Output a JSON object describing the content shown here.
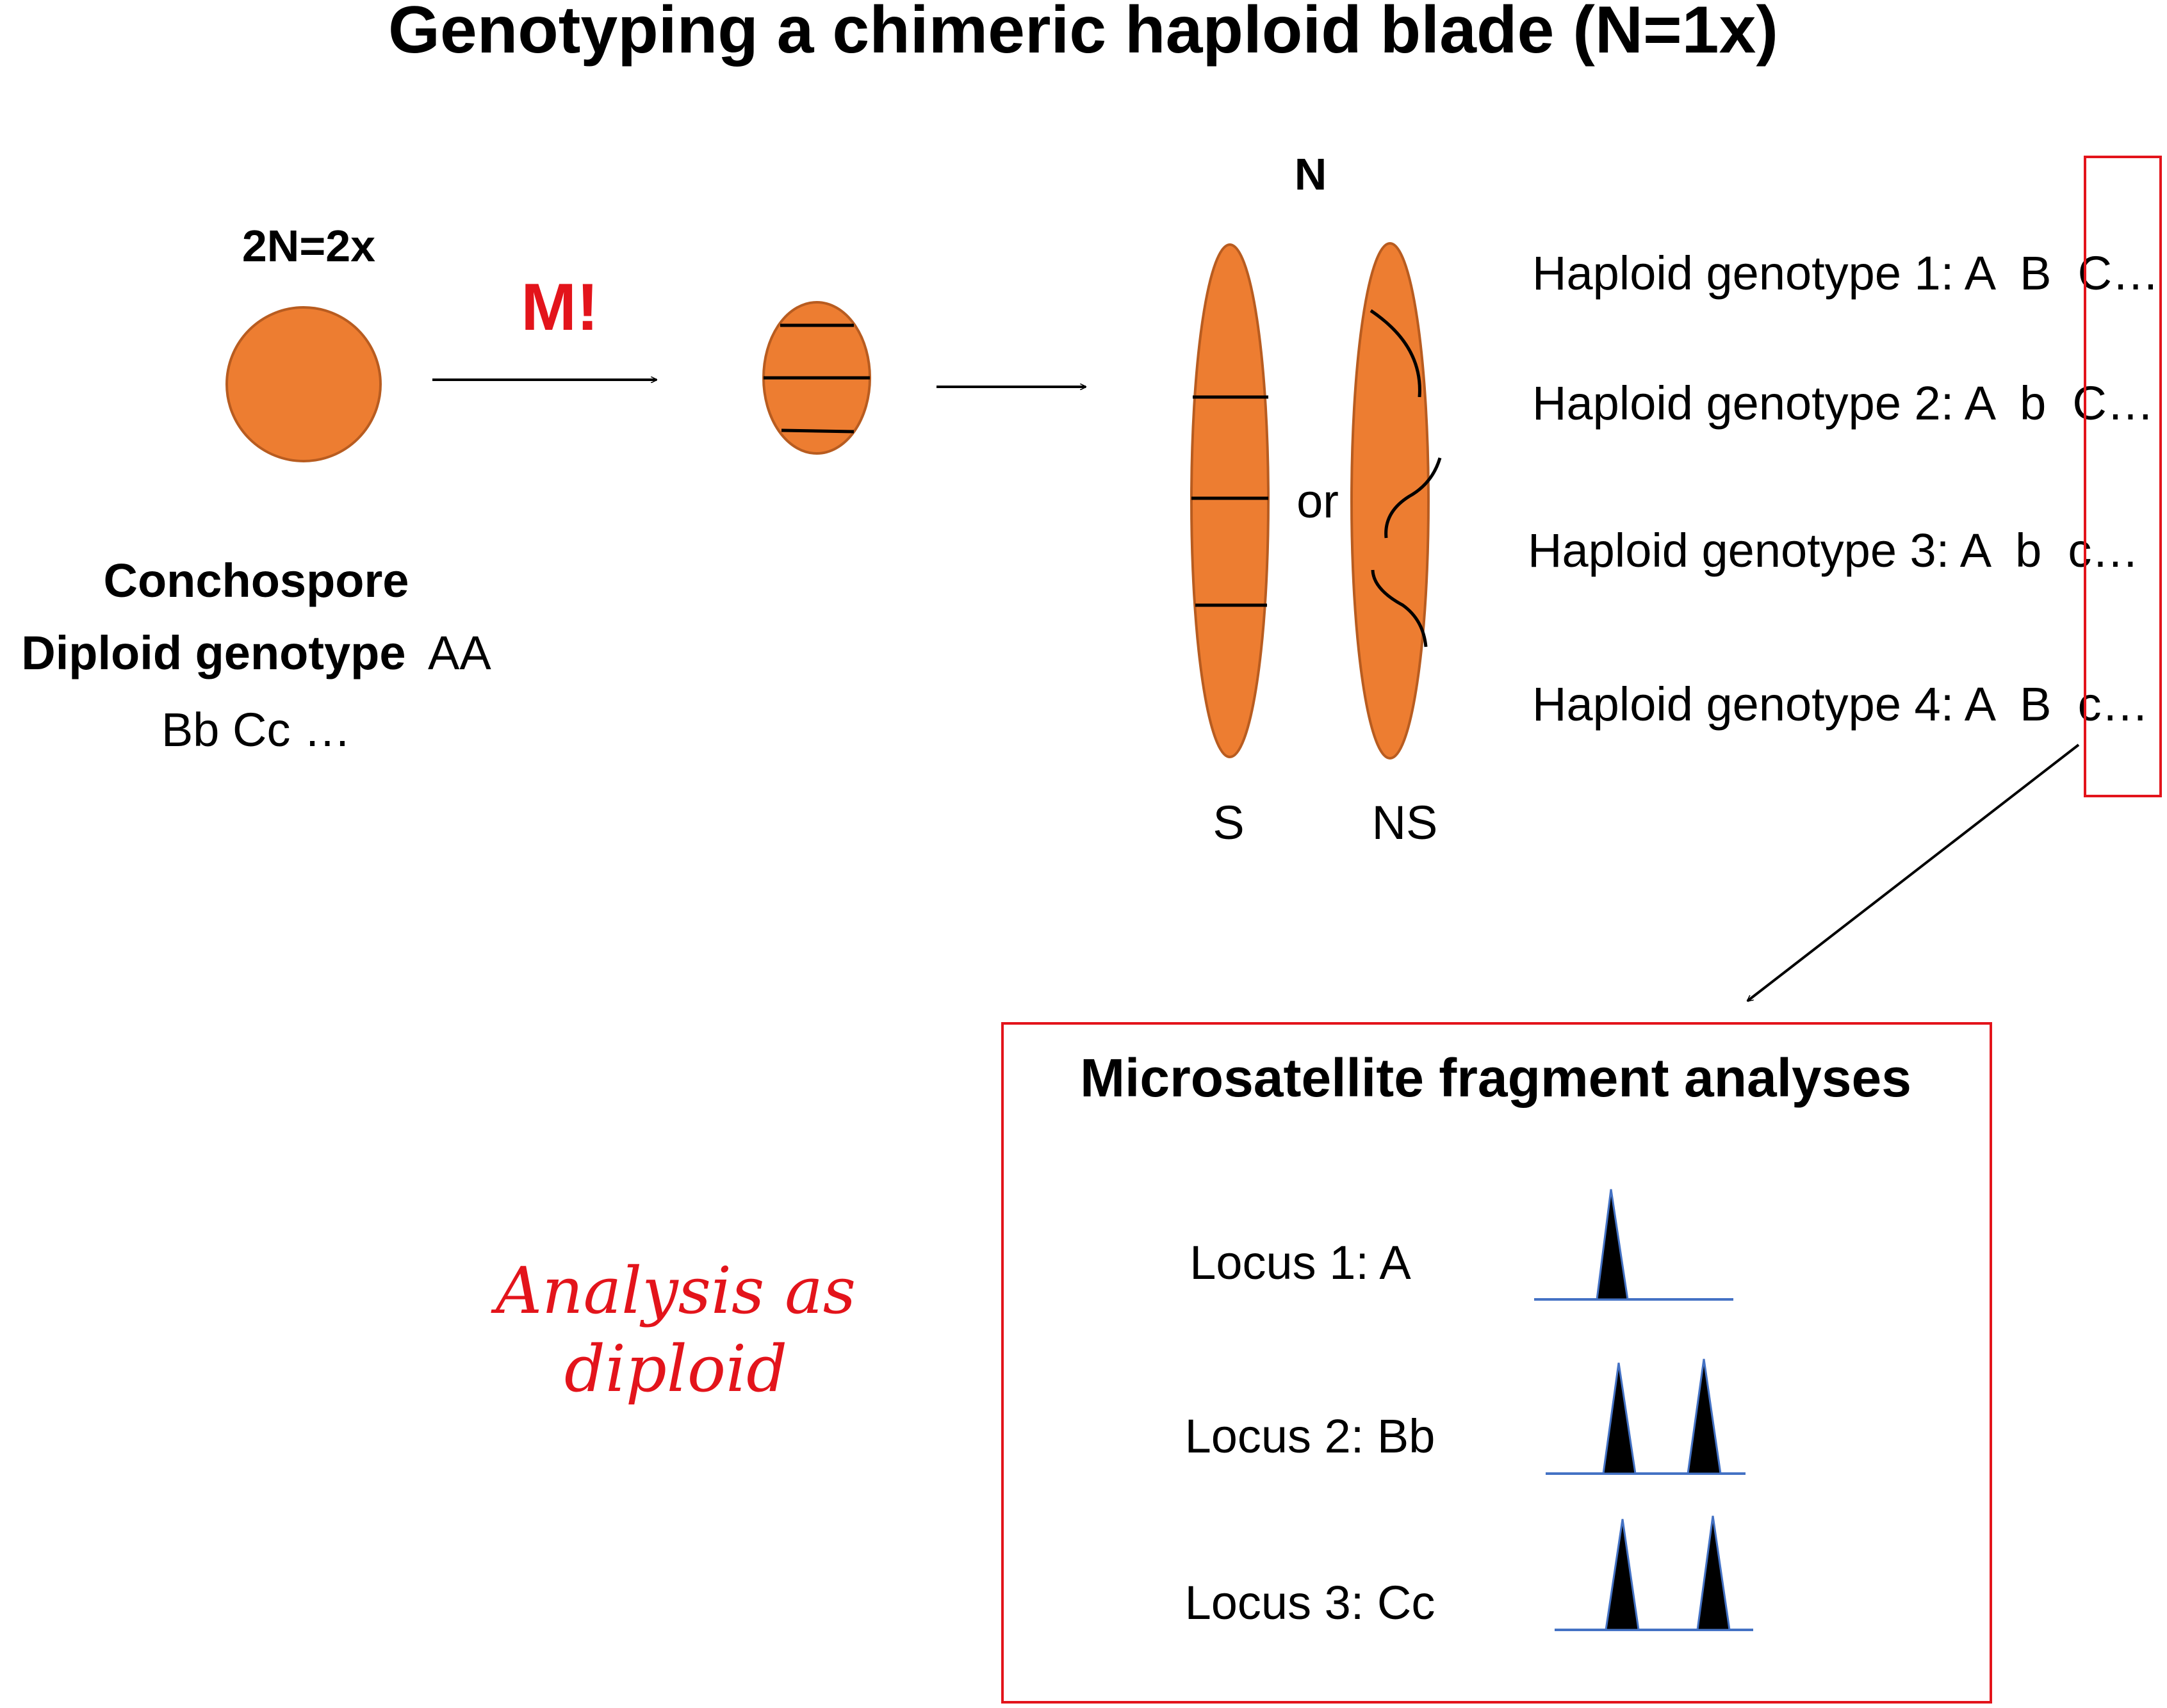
{
  "title": "Genotyping a chimeric haploid blade (N=1x)",
  "ploidy_2n": "2N=2x",
  "meiosis_label": "M!",
  "conchospore": {
    "name": "Conchospore",
    "genotype_label": "Diploid genotype",
    "genotype_line1": "AA",
    "genotype_line2": "Bb Cc …"
  },
  "ploidy_n": "N",
  "or_label": "or",
  "blade_s": "S",
  "blade_ns": "NS",
  "haploid_genotypes": [
    "Haploid genotype 1: A  B  C…",
    "Haploid genotype 2: A  b  C…",
    "Haploid genotype 3: A  b  c…",
    "Haploid genotype 4: A  B  c…"
  ],
  "analysis": {
    "title": "Microsatellite fragment analyses",
    "loci": [
      {
        "label": "Locus 1: A",
        "peaks": 1
      },
      {
        "label": "Locus 2: Bb",
        "peaks": 2
      },
      {
        "label": "Locus 3: Cc",
        "peaks": 2
      }
    ]
  },
  "note_line1": "Analysis as",
  "note_line2": "diploid",
  "colors": {
    "cell_fill": "#ED7D31",
    "cell_stroke": "#B85C20",
    "accent_red": "#E3141B",
    "baseline_blue": "#4472C4",
    "ink": "#000000"
  }
}
